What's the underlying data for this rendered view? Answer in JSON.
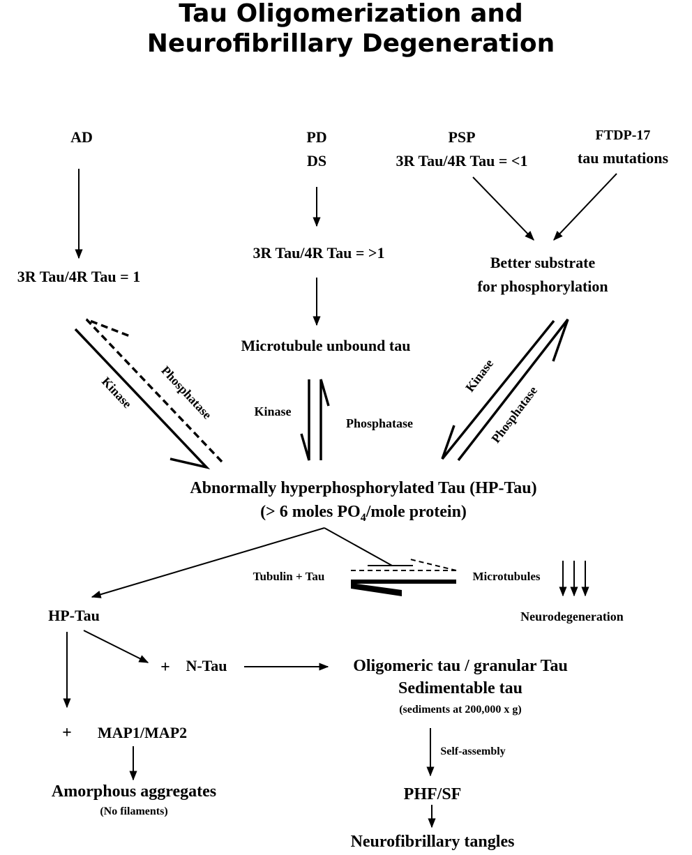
{
  "title": {
    "line1": "Tau Oligomerization and",
    "line2": "Neurofibrillary Degeneration"
  },
  "nodes": {
    "ad": "AD",
    "pd": "PD",
    "ds": "DS",
    "psp": "PSP",
    "psp_ratio": "3R Tau/4R Tau = <1",
    "ftdp_line1": "FTDP-17",
    "ftdp_line2": "tau mutations",
    "ad_ratio": "3R Tau/4R Tau = 1",
    "pd_ratio": "3R Tau/4R Tau = >1",
    "better_line1": "Better substrate",
    "better_line2": "for phosphorylation",
    "unbound": "Microtubule unbound tau",
    "hptau_line1": "Abnormally hyperphosphorylated Tau (HP-Tau)",
    "hptau_line2_pre": "(> 6 moles PO",
    "hptau_line2_sub": "4",
    "hptau_line2_post": "/mole protein)",
    "tubulin_tau": "Tubulin + Tau",
    "microtubules": "Microtubules",
    "neurodegeneration": "Neurodegeneration",
    "hp_tau": "HP-Tau",
    "plus": "+",
    "ntau": "N-Tau",
    "oligomeric": "Oligomeric tau / granular Tau",
    "sedimentable": "Sedimentable tau",
    "sediments": "(sediments at 200,000 x g)",
    "map": "MAP1/MAP2",
    "amorphous": "Amorphous aggregates",
    "no_filaments": "(No filaments)",
    "self_assembly": "Self-assembly",
    "phf": "PHF/SF",
    "tangles": "Neurofibrillary tangles"
  },
  "edges": {
    "kinase": "Kinase",
    "phosphatase": "Phosphatase"
  }
}
